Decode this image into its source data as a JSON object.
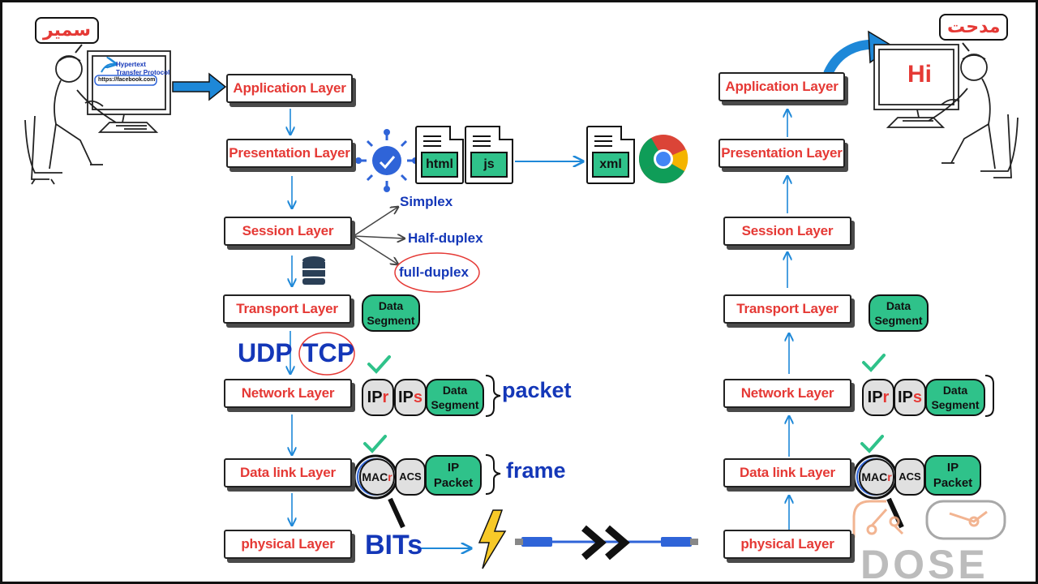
{
  "left_stack": [
    {
      "id": "app",
      "label": "Application Layer"
    },
    {
      "id": "pres",
      "label": "Presentation Layer"
    },
    {
      "id": "sess",
      "label": "Session Layer"
    },
    {
      "id": "trans",
      "label": "Transport Layer"
    },
    {
      "id": "net",
      "label": "Network Layer"
    },
    {
      "id": "dl",
      "label": "Data link Layer"
    },
    {
      "id": "phy",
      "label": "physical Layer"
    }
  ],
  "right_stack": [
    {
      "id": "app",
      "label": "Application Layer"
    },
    {
      "id": "pres",
      "label": "Presentation Layer"
    },
    {
      "id": "sess",
      "label": "Session Layer"
    },
    {
      "id": "trans",
      "label": "Transport Layer"
    },
    {
      "id": "net",
      "label": "Network Layer"
    },
    {
      "id": "dl",
      "label": "Data link Layer"
    },
    {
      "id": "phy",
      "label": "physical Layer"
    }
  ],
  "sender": {
    "name": "سمير",
    "screen_line1": "Hypertext",
    "screen_line2": "Transfer Protocol",
    "url": "https://facebook.com"
  },
  "receiver": {
    "name": "مدحت",
    "screen_text": "Hi"
  },
  "presentation_files": [
    "html",
    "js"
  ],
  "presentation_output": "xml",
  "session_modes": [
    "Simplex",
    "Half-duplex",
    "full-duplex"
  ],
  "transport": {
    "segment_line1": "Data",
    "segment_line2": "Segment",
    "protocols": [
      "UDP",
      "TCP"
    ]
  },
  "network": {
    "ip_receiver_base": "IP",
    "ip_receiver_sub": "r",
    "ip_sender_base": "IP",
    "ip_sender_sub": "s",
    "data_line1": "Data",
    "data_line2": "Segment",
    "unit": "packet"
  },
  "datalink": {
    "mac_receiver_base": "MAC",
    "mac_receiver_sub": "r",
    "mac_sender": "ACS",
    "packet_line1": "IP",
    "packet_line2": "Packet",
    "unit": "frame"
  },
  "physical": {
    "unit": "BITs"
  },
  "watermark": "DOSE",
  "colors": {
    "layer_text": "#e53935",
    "accent_blue": "#1437b8",
    "arrow_blue": "#1e88d8",
    "segment_green": "#2fc28a",
    "header_grey": "#e0e0e0"
  },
  "icons": [
    "security-lock-icon",
    "database-icon",
    "chrome-icon",
    "lightning-icon",
    "ethernet-cable-icon",
    "double-chevron-icon",
    "checkmark-icon",
    "magnifier-icon",
    "computer-user-icon"
  ]
}
